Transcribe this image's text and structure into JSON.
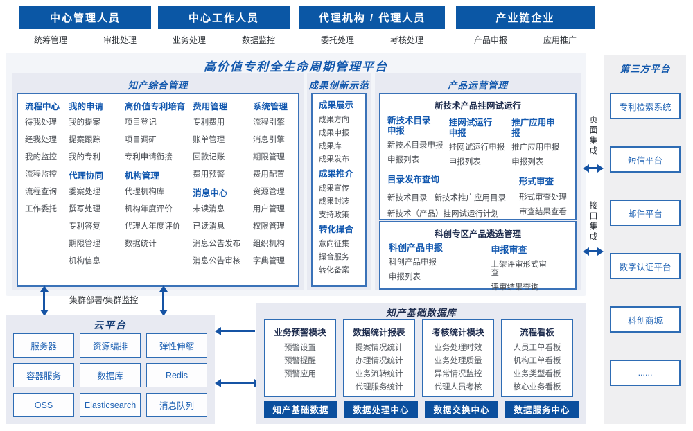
{
  "actors": [
    {
      "title": "中心管理人员",
      "left_label": "统筹管理",
      "right_label": "审批处理"
    },
    {
      "title": "中心工作人员",
      "left_label": "业务处理",
      "right_label": "数据监控"
    },
    {
      "title": "代理机构 / 代理人员",
      "left_label": "委托处理",
      "right_label": "考核处理"
    },
    {
      "title": "产业链企业",
      "left_label": "产品申报",
      "right_label": "应用推广"
    }
  ],
  "platform": {
    "title": "高价值专利全生命周期管理平台"
  },
  "ip_section": {
    "title": "知产综合管理",
    "columns": [
      {
        "groups": [
          {
            "header": "流程中心",
            "items": [
              "待我处理",
              "经我处理",
              "我的监控",
              "流程监控",
              "流程查询",
              "工作委托"
            ]
          }
        ]
      },
      {
        "groups": [
          {
            "header": "我的申请",
            "items": [
              "我的提案",
              "提案跟踪",
              "我的专利"
            ]
          },
          {
            "header": "代理协同",
            "items": [
              "委案处理",
              "撰写处理",
              "专利答复",
              "期限管理",
              "机构信息"
            ]
          }
        ]
      },
      {
        "groups": [
          {
            "header": "高价值专利培育",
            "items": [
              "项目登记",
              "项目调研",
              "专利申请衔接"
            ]
          },
          {
            "header": "机构管理",
            "items": [
              "代理机构库",
              "机构年度评价",
              "代理人年度评价",
              "数据统计"
            ]
          }
        ]
      },
      {
        "groups": [
          {
            "header": "费用管理",
            "items": [
              "专利费用",
              "账单管理",
              "回款记账",
              "费用预警"
            ]
          },
          {
            "header": "消息中心",
            "items": [
              "未读消息",
              "已读消息",
              "消息公告发布",
              "消息公告审核"
            ]
          }
        ]
      },
      {
        "groups": [
          {
            "header": "系统管理",
            "items": [
              "流程引擎",
              "消息引擎",
              "期限管理",
              "费用配置",
              "资源管理",
              "用户管理",
              "权限管理",
              "组织机构",
              "字典管理"
            ]
          }
        ]
      }
    ]
  },
  "achievement_section": {
    "title": "成果创新示范",
    "groups": [
      {
        "header": "成果展示",
        "items": [
          "成果方向",
          "成果申报",
          "成果库",
          "成果发布"
        ]
      },
      {
        "header": "成果推介",
        "items": [
          "成果宣传",
          "成果封装",
          "支持政策"
        ]
      },
      {
        "header": "转化撮合",
        "items": [
          "意向征集",
          "撮合服务",
          "转化备案"
        ]
      }
    ]
  },
  "product_section": {
    "title": "产品运营管理",
    "trial_box": {
      "title": "新技术产品挂网试运行",
      "declare_groups": [
        {
          "header": "新技术目录\n申报",
          "items": [
            "新技术目录申报",
            "申报列表"
          ]
        },
        {
          "header": "挂网试运行\n申报",
          "items": [
            "挂网试运行申报",
            "申报列表"
          ]
        },
        {
          "header": "推广应用申报",
          "items": [
            "推广应用申报",
            "申报列表"
          ]
        }
      ],
      "catalog_group": {
        "header": "目录发布查询",
        "items": [
          "新技术目录",
          "新技术推广应用目录",
          "新技术（产品）挂网试运行计划"
        ]
      },
      "review_group": {
        "header": "形式审查",
        "items": [
          "形式审查处理",
          "审查结果查看"
        ]
      }
    },
    "selection_box": {
      "title": "科创专区产品遴选管理",
      "groups": [
        {
          "header": "科创产品申报",
          "items": [
            "科创产品申报",
            "申报列表"
          ]
        },
        {
          "header": "申报审查",
          "items": [
            "上架评审形式审查",
            "评审结果查询"
          ]
        }
      ]
    }
  },
  "integration": {
    "page_label": "页面集成",
    "interface_label": "接口集成"
  },
  "third_party": {
    "title": "第三方平台",
    "items": [
      "专利检索系统",
      "短信平台",
      "邮件平台",
      "数字认证平台",
      "科创商城",
      "......"
    ]
  },
  "cluster_label": "集群部署/集群监控",
  "cloud": {
    "title": "云平台",
    "items": [
      "服务器",
      "资源编排",
      "弹性伸缩",
      "容器服务",
      "数据库",
      "Redis",
      "OSS",
      "Elasticsearch",
      "消息队列"
    ]
  },
  "datahub": {
    "title": "知产基础数据库",
    "modules": [
      {
        "header": "业务预警模块",
        "items": [
          "预警设置",
          "预警提醒",
          "预警应用"
        ]
      },
      {
        "header": "数据统计报表",
        "items": [
          "提案情况统计",
          "办理情况统计",
          "业务流转统计",
          "代理服务统计"
        ]
      },
      {
        "header": "考核统计模块",
        "items": [
          "业务处理时效",
          "业务处理质量",
          "异常情况监控",
          "代理人员考核"
        ]
      },
      {
        "header": "流程看板",
        "items": [
          "人员工单看板",
          "机构工单看板",
          "业务类型看板",
          "核心业务看板"
        ]
      }
    ],
    "footers": [
      "知产基础数据",
      "数据处理中心",
      "数据交换中心",
      "数据服务中心"
    ]
  },
  "colors": {
    "banner": "#0b57a5",
    "accent": "#1157ac",
    "dark_navy": "#1f2d4e",
    "item_gray": "#4a4e54",
    "border_blue": "#3a72b8",
    "footer_button": "#0b4f9e",
    "arrow": "#1553a4"
  }
}
